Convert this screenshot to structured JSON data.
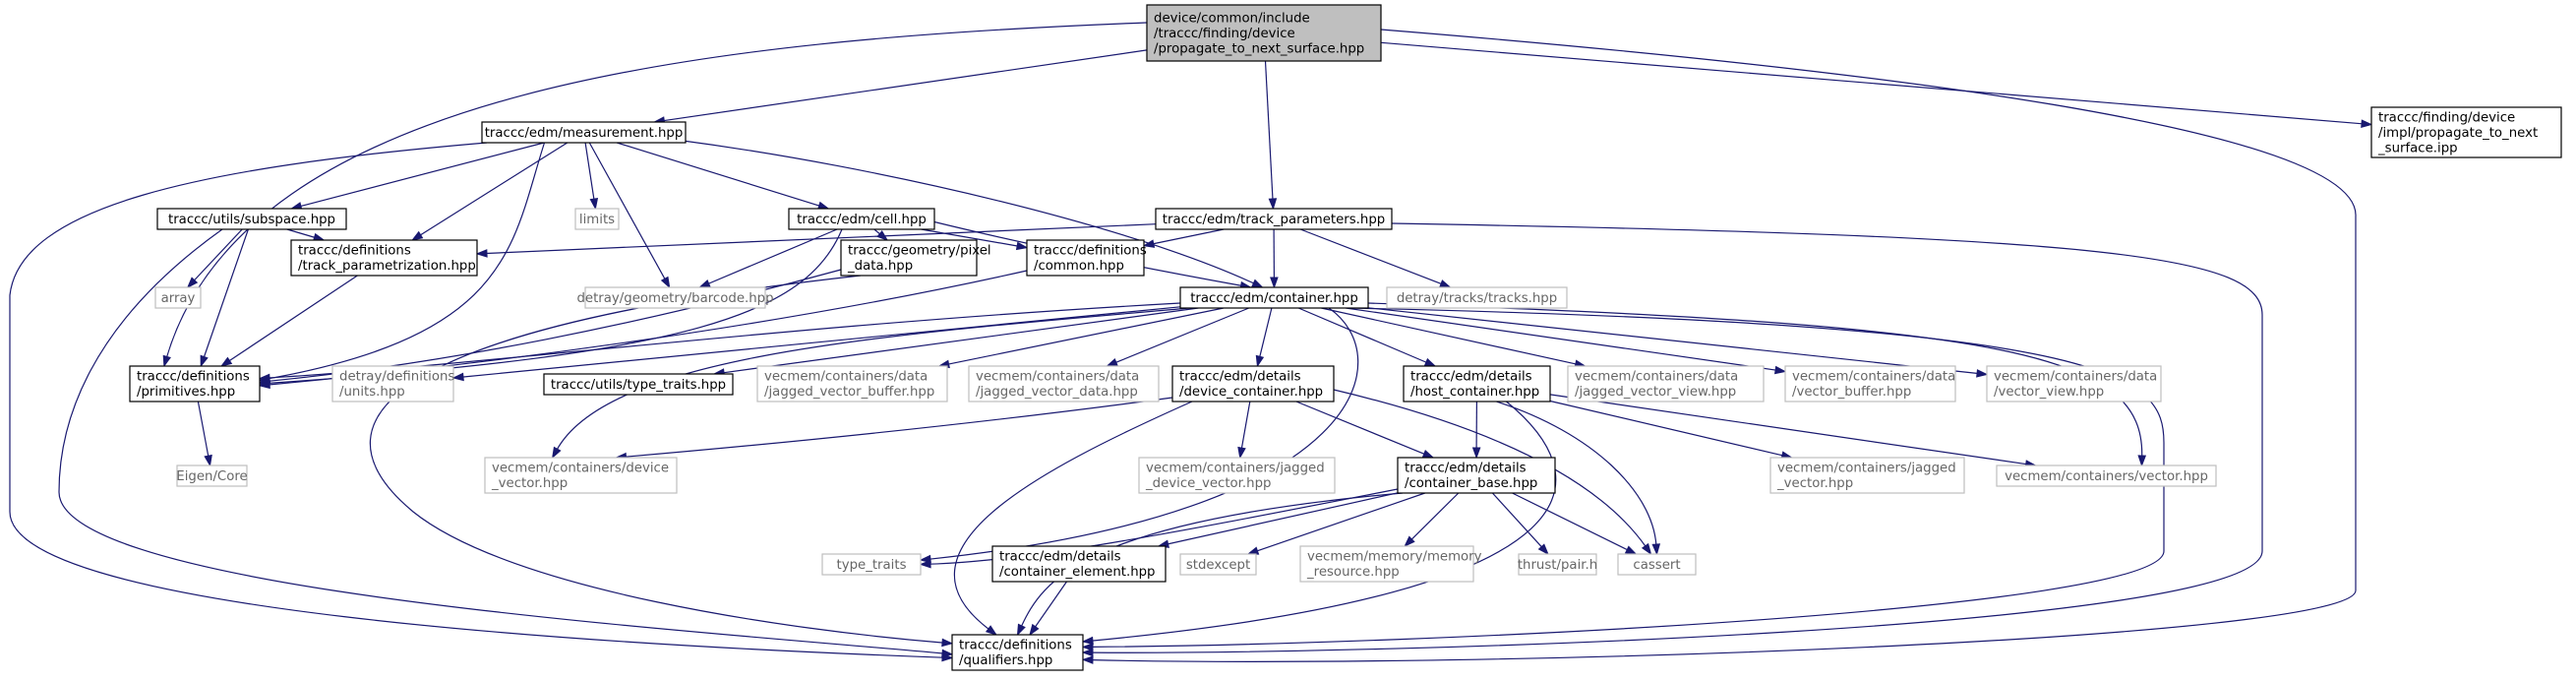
{
  "colors": {
    "edge": "#191970",
    "root_fill": "#bfbfbf",
    "system_border": "#bfbfbf",
    "system_text": "#666666"
  },
  "nodes": [
    {
      "id": "root",
      "kind": "root",
      "lines": [
        "device/common/include",
        "/traccc/finding/device",
        "/propagate_to_next_surface.hpp"
      ]
    },
    {
      "id": "measurement",
      "kind": "doc",
      "lines": [
        "traccc/edm/measurement.hpp"
      ]
    },
    {
      "id": "track_parameters",
      "kind": "doc",
      "lines": [
        "traccc/edm/track_parameters.hpp"
      ]
    },
    {
      "id": "impl_propagate",
      "kind": "doc",
      "lines": [
        "traccc/finding/device",
        "/impl/propagate_to_next",
        "_surface.ipp"
      ]
    },
    {
      "id": "subspace",
      "kind": "doc",
      "lines": [
        "traccc/utils/subspace.hpp"
      ]
    },
    {
      "id": "limits",
      "kind": "sys",
      "lines": [
        "limits"
      ]
    },
    {
      "id": "cell",
      "kind": "doc",
      "lines": [
        "traccc/edm/cell.hpp"
      ]
    },
    {
      "id": "array",
      "kind": "sys",
      "lines": [
        "array"
      ]
    },
    {
      "id": "track_param",
      "kind": "doc",
      "lines": [
        "traccc/definitions",
        "/track_parametrization.hpp"
      ]
    },
    {
      "id": "barcode",
      "kind": "sys",
      "lines": [
        "detray/geometry/barcode.hpp"
      ]
    },
    {
      "id": "pixel_data",
      "kind": "doc",
      "lines": [
        "traccc/geometry/pixel",
        "_data.hpp"
      ]
    },
    {
      "id": "common",
      "kind": "doc",
      "lines": [
        "traccc/definitions",
        "/common.hpp"
      ]
    },
    {
      "id": "container",
      "kind": "doc",
      "lines": [
        "traccc/edm/container.hpp"
      ]
    },
    {
      "id": "tracks",
      "kind": "sys",
      "lines": [
        "detray/tracks/tracks.hpp"
      ]
    },
    {
      "id": "primitives",
      "kind": "doc",
      "lines": [
        "traccc/definitions",
        "/primitives.hpp"
      ]
    },
    {
      "id": "units",
      "kind": "sys",
      "lines": [
        "detray/definitions",
        "/units.hpp"
      ]
    },
    {
      "id": "type_traits_hpp",
      "kind": "doc",
      "lines": [
        "traccc/utils/type_traits.hpp"
      ]
    },
    {
      "id": "jv_buffer",
      "kind": "sys",
      "lines": [
        "vecmem/containers/data",
        "/jagged_vector_buffer.hpp"
      ]
    },
    {
      "id": "jv_data",
      "kind": "sys",
      "lines": [
        "vecmem/containers/data",
        "/jagged_vector_data.hpp"
      ]
    },
    {
      "id": "device_container",
      "kind": "doc",
      "lines": [
        "traccc/edm/details",
        "/device_container.hpp"
      ]
    },
    {
      "id": "host_container",
      "kind": "doc",
      "lines": [
        "traccc/edm/details",
        "/host_container.hpp"
      ]
    },
    {
      "id": "jv_view",
      "kind": "sys",
      "lines": [
        "vecmem/containers/data",
        "/jagged_vector_view.hpp"
      ]
    },
    {
      "id": "vector_buffer",
      "kind": "sys",
      "lines": [
        "vecmem/containers/data",
        "/vector_buffer.hpp"
      ]
    },
    {
      "id": "vector_view",
      "kind": "sys",
      "lines": [
        "vecmem/containers/data",
        "/vector_view.hpp"
      ]
    },
    {
      "id": "eigen",
      "kind": "sys",
      "lines": [
        "Eigen/Core"
      ]
    },
    {
      "id": "device_vector",
      "kind": "sys",
      "lines": [
        "vecmem/containers/device",
        "_vector.hpp"
      ]
    },
    {
      "id": "jagged_device_vector",
      "kind": "sys",
      "lines": [
        "vecmem/containers/jagged",
        "_device_vector.hpp"
      ]
    },
    {
      "id": "container_base",
      "kind": "doc",
      "lines": [
        "traccc/edm/details",
        "/container_base.hpp"
      ]
    },
    {
      "id": "jagged_vector",
      "kind": "sys",
      "lines": [
        "vecmem/containers/jagged",
        "_vector.hpp"
      ]
    },
    {
      "id": "vector",
      "kind": "sys",
      "lines": [
        "vecmem/containers/vector.hpp"
      ]
    },
    {
      "id": "type_traits",
      "kind": "sys",
      "lines": [
        "type_traits"
      ]
    },
    {
      "id": "container_element",
      "kind": "doc",
      "lines": [
        "traccc/edm/details",
        "/container_element.hpp"
      ]
    },
    {
      "id": "stdexcept",
      "kind": "sys",
      "lines": [
        "stdexcept"
      ]
    },
    {
      "id": "memory_resource",
      "kind": "sys",
      "lines": [
        "vecmem/memory/memory",
        "_resource.hpp"
      ]
    },
    {
      "id": "thrust_pair",
      "kind": "sys",
      "lines": [
        "thrust/pair.h"
      ]
    },
    {
      "id": "cassert",
      "kind": "sys",
      "lines": [
        "cassert"
      ]
    },
    {
      "id": "qualifiers",
      "kind": "doc",
      "lines": [
        "traccc/definitions",
        "/qualifiers.hpp"
      ]
    }
  ],
  "edges": [
    [
      "root",
      "measurement"
    ],
    [
      "root",
      "track_parameters"
    ],
    [
      "root",
      "impl_propagate"
    ],
    [
      "root",
      "primitives"
    ],
    [
      "root",
      "qualifiers"
    ],
    [
      "measurement",
      "subspace"
    ],
    [
      "measurement",
      "limits"
    ],
    [
      "measurement",
      "cell"
    ],
    [
      "measurement",
      "track_param"
    ],
    [
      "measurement",
      "barcode"
    ],
    [
      "measurement",
      "container"
    ],
    [
      "measurement",
      "primitives"
    ],
    [
      "measurement",
      "qualifiers"
    ],
    [
      "subspace",
      "array"
    ],
    [
      "subspace",
      "track_param"
    ],
    [
      "subspace",
      "primitives"
    ],
    [
      "subspace",
      "qualifiers"
    ],
    [
      "cell",
      "barcode"
    ],
    [
      "cell",
      "pixel_data"
    ],
    [
      "cell",
      "common"
    ],
    [
      "cell",
      "container"
    ],
    [
      "cell",
      "primitives"
    ],
    [
      "track_parameters",
      "track_param"
    ],
    [
      "track_parameters",
      "common"
    ],
    [
      "track_parameters",
      "container"
    ],
    [
      "track_parameters",
      "tracks"
    ],
    [
      "track_parameters",
      "qualifiers"
    ],
    [
      "track_param",
      "primitives"
    ],
    [
      "pixel_data",
      "primitives"
    ],
    [
      "common",
      "primitives"
    ],
    [
      "container",
      "primitives"
    ],
    [
      "container",
      "units"
    ],
    [
      "container",
      "type_traits_hpp"
    ],
    [
      "container",
      "jv_buffer"
    ],
    [
      "container",
      "jv_data"
    ],
    [
      "container",
      "device_container"
    ],
    [
      "container",
      "host_container"
    ],
    [
      "container",
      "jv_view"
    ],
    [
      "container",
      "vector_buffer"
    ],
    [
      "container",
      "vector_view"
    ],
    [
      "container",
      "vector"
    ],
    [
      "container",
      "qualifiers"
    ],
    [
      "container",
      "type_traits"
    ],
    [
      "container",
      "device_vector"
    ],
    [
      "primitives",
      "eigen"
    ],
    [
      "device_container",
      "device_vector"
    ],
    [
      "device_container",
      "jagged_device_vector"
    ],
    [
      "device_container",
      "container_base"
    ],
    [
      "device_container",
      "cassert"
    ],
    [
      "device_container",
      "qualifiers"
    ],
    [
      "host_container",
      "container_base"
    ],
    [
      "host_container",
      "jagged_vector"
    ],
    [
      "host_container",
      "vector"
    ],
    [
      "host_container",
      "cassert"
    ],
    [
      "host_container",
      "qualifiers"
    ],
    [
      "container_base",
      "type_traits"
    ],
    [
      "container_base",
      "container_element"
    ],
    [
      "container_base",
      "stdexcept"
    ],
    [
      "container_base",
      "memory_resource"
    ],
    [
      "container_base",
      "thrust_pair"
    ],
    [
      "container_base",
      "cassert"
    ],
    [
      "container_base",
      "qualifiers"
    ],
    [
      "container_element",
      "qualifiers"
    ],
    [
      "pixel_data",
      "qualifiers"
    ]
  ]
}
